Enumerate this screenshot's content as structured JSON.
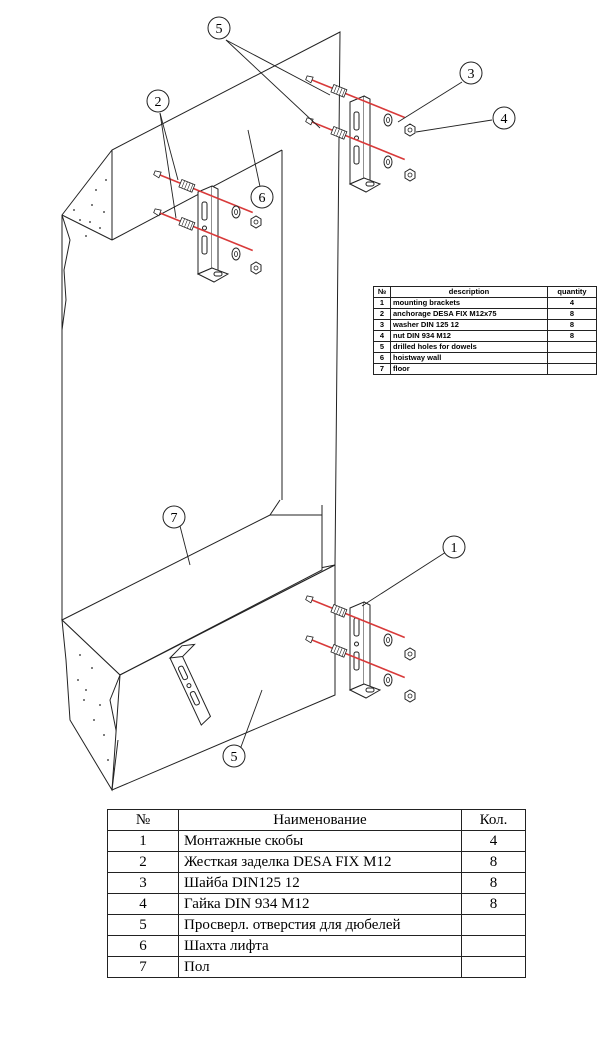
{
  "callouts": [
    "1",
    "2",
    "3",
    "4",
    "5",
    "6",
    "7"
  ],
  "legend_en": {
    "headers": {
      "no": "№",
      "description": "description",
      "quantity": "quantity"
    },
    "rows": [
      {
        "no": "1",
        "description": "mounting brackets",
        "quantity": "4"
      },
      {
        "no": "2",
        "description": "anchorage DESA FIX  M12x75",
        "quantity": "8"
      },
      {
        "no": "3",
        "description": "washer DIN 125 12",
        "quantity": "8"
      },
      {
        "no": "4",
        "description": "nut DIN 934 M12",
        "quantity": "8"
      },
      {
        "no": "5",
        "description": "drilled holes for dowels",
        "quantity": ""
      },
      {
        "no": "6",
        "description": "hoistway wall",
        "quantity": ""
      },
      {
        "no": "7",
        "description": "floor",
        "quantity": ""
      }
    ]
  },
  "legend_ru": {
    "headers": {
      "no": "№",
      "description": "Наименование",
      "quantity": "Кол."
    },
    "rows": [
      {
        "no": "1",
        "description": "Монтажные скобы",
        "quantity": "4"
      },
      {
        "no": "2",
        "description": "Жесткая заделка DESA FIX M12",
        "quantity": "8"
      },
      {
        "no": "3",
        "description": "Шайба DIN125 12",
        "quantity": "8"
      },
      {
        "no": "4",
        "description": "Гайка DIN 934 M12",
        "quantity": "8"
      },
      {
        "no": "5",
        "description": "Просверл. отверстия для дюбелей",
        "quantity": ""
      },
      {
        "no": "6",
        "description": "Шахта лифта",
        "quantity": ""
      },
      {
        "no": "7",
        "description": "Пол",
        "quantity": ""
      }
    ]
  },
  "colors": {
    "line": "#222222",
    "bolt": "#d83a3a",
    "fill": "#ffffff"
  },
  "icons": [
    "bracket-icon",
    "anchor-bolt-icon",
    "washer-icon",
    "nut-icon",
    "concrete-hatch-icon"
  ]
}
